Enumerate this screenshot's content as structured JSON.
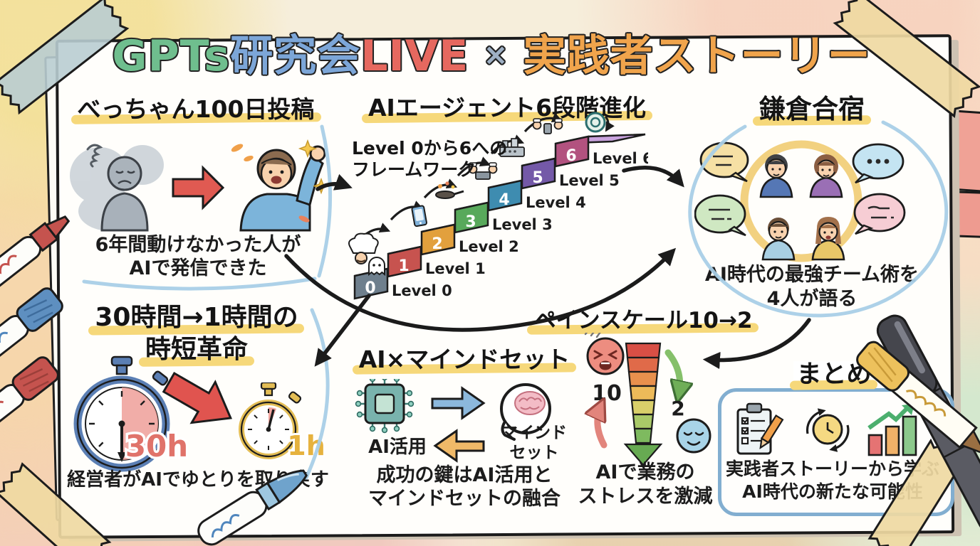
{
  "title": {
    "segments": [
      {
        "text": "GPTs",
        "color": "#6fbe8e"
      },
      {
        "text": "研究会",
        "color": "#7ca6d8"
      },
      {
        "text": "LIVE",
        "color": "#e6685f"
      },
      {
        "text": "×",
        "color": "#9fb0c4"
      },
      {
        "text": "実践者ストーリー",
        "color": "#f0a44c"
      }
    ]
  },
  "sections": {
    "bechan": {
      "heading": "べっちゃん100日投稿",
      "caption_line1": "6年間動けなかった人が",
      "caption_line2": "AIで発信できた"
    },
    "agent": {
      "heading": "AIエージェント6段階進化",
      "subtext_line1": "Level 0から6への",
      "subtext_line2": "フレームワーク",
      "levels": [
        {
          "num": "0",
          "label": "Level 0",
          "color": "#6e7f8d",
          "top": "#92a2ae"
        },
        {
          "num": "1",
          "label": "Level 1",
          "color": "#c7534f",
          "top": "#da7c75"
        },
        {
          "num": "2",
          "label": "Level 2",
          "color": "#e2a03d",
          "top": "#eebd67"
        },
        {
          "num": "3",
          "label": "Level 3",
          "color": "#58a95b",
          "top": "#7ec080"
        },
        {
          "num": "4",
          "label": "Level 4",
          "color": "#3e8cb0",
          "top": "#66aac7"
        },
        {
          "num": "5",
          "label": "Level 5",
          "color": "#7459a8",
          "top": "#9681c1"
        },
        {
          "num": "6",
          "label": "Level 6",
          "color": "#b2527f",
          "top": "#c9a3de"
        }
      ]
    },
    "kamakura": {
      "heading": "鎌倉合宿",
      "caption_line1": "AI時代の最強チーム術を",
      "caption_line2": "4人が語る"
    },
    "jitan": {
      "heading_line1": "30時間→1時間の",
      "heading_line2": "時短革命",
      "before_label": "30h",
      "after_label": "1h",
      "caption": "経営者がAIでゆとりを取り戻す"
    },
    "mindset": {
      "heading": "AI×マインドセット",
      "chip_label": "AI活用",
      "brain_label_line1": "マインド",
      "brain_label_line2": "セット",
      "caption_line1": "成功の鍵はAI活用と",
      "caption_line2": "マインドセットの融合"
    },
    "painscale": {
      "heading": "ペインスケール10→2",
      "high_value": "10",
      "low_value": "2",
      "caption_line1": "AIで業務の",
      "caption_line2": "ストレスを激減"
    },
    "matome": {
      "heading": "まとめ",
      "caption_line1": "実践者ストーリーから学ぶ",
      "caption_line2": "AI時代の新たな可能性"
    }
  },
  "colors": {
    "highlight": "#f6d87a",
    "ink": "#1c1c1c",
    "bubble_blue": "#a9cfe7",
    "pain_scale_bands": [
      "#d94f45",
      "#e06a49",
      "#e8904d",
      "#edba59",
      "#d9cf6a",
      "#a9c968",
      "#7eba5f"
    ]
  }
}
